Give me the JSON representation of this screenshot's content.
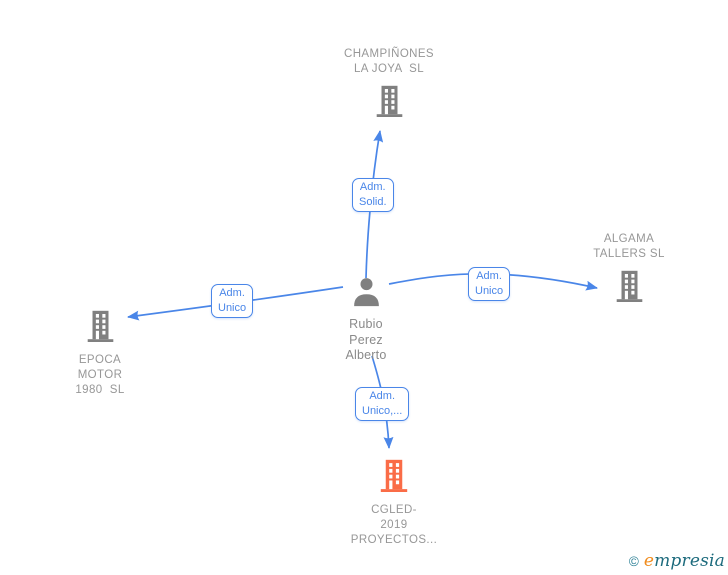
{
  "person": {
    "name": "Rubio\nPerez\nAlberto"
  },
  "companies": {
    "top": {
      "name": "CHAMPIÑONES\nLA JOYA  SL"
    },
    "right": {
      "name": "ALGAMA\nTALLERS SL"
    },
    "left": {
      "name": "EPOCA\nMOTOR\n1980  SL"
    },
    "bottom": {
      "name": "CGLED-\n2019\nPROYECTOS..."
    }
  },
  "edges": {
    "top": {
      "label": "Adm.\nSolid."
    },
    "right": {
      "label": "Adm.\nUnico"
    },
    "left": {
      "label": "Adm.\nUnico"
    },
    "bottom": {
      "label": "Adm.\nUnico,..."
    }
  },
  "colors": {
    "edge_blue": "#4a86e8",
    "icon_gray": "#808080",
    "company_text_gray": "#979797",
    "building_orange": "#fa6c47",
    "brand_teal": "#1d6b7d",
    "brand_orange": "#f08c1e"
  },
  "footer": {
    "copyright": "©",
    "brand_first_letter": "e",
    "brand_rest": "mpresia"
  }
}
